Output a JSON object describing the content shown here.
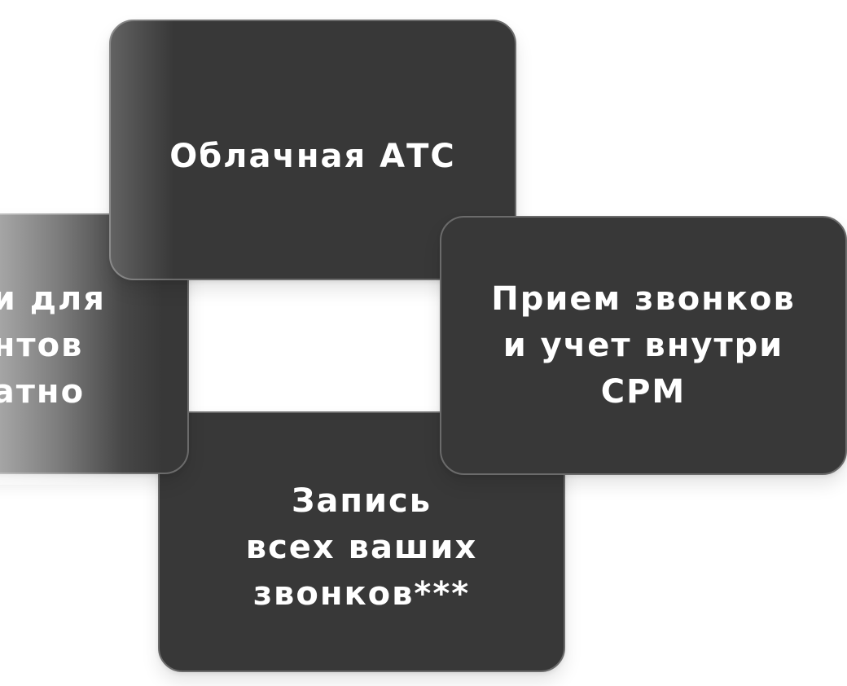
{
  "cards": {
    "record": {
      "text": "Запись\nвсех ваших\nзвонков***"
    },
    "left": {
      "text": "и для\nнтов\nатно"
    },
    "cloud": {
      "text": "Облачная АТС"
    },
    "calls": {
      "text": "Прием звонков\nи учет внутри\nСРМ"
    }
  },
  "colors": {
    "card_bg": "#383838",
    "card_border": "#6b6b6b",
    "text": "#ffffff",
    "page_bg": "#ffffff"
  }
}
